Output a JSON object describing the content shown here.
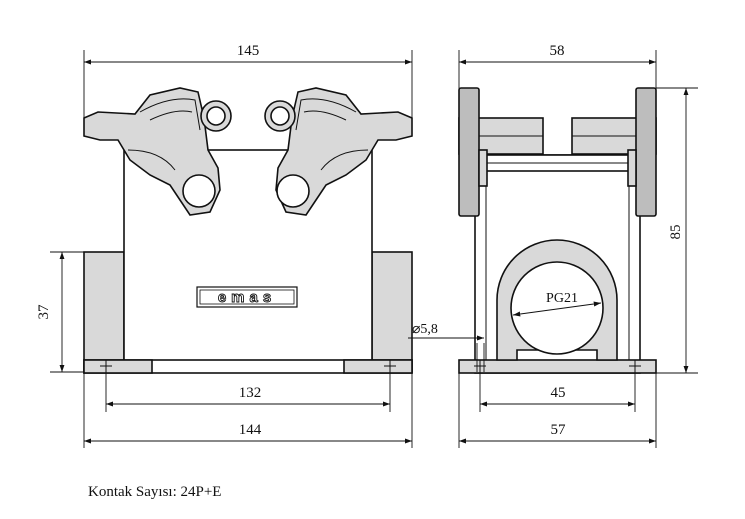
{
  "dimensions": {
    "front_top_width": "145",
    "front_height": "37",
    "front_hole_pitch": "132",
    "front_base_width": "144",
    "side_top_width": "58",
    "side_height": "85",
    "side_hole_pitch": "45",
    "side_base_width": "57",
    "hole_diameter": "⌀5,8",
    "cable_entry": "PG21"
  },
  "logo_text": "emas",
  "footer": {
    "label": "Kontak Sayısı:",
    "value": "24P+E"
  }
}
